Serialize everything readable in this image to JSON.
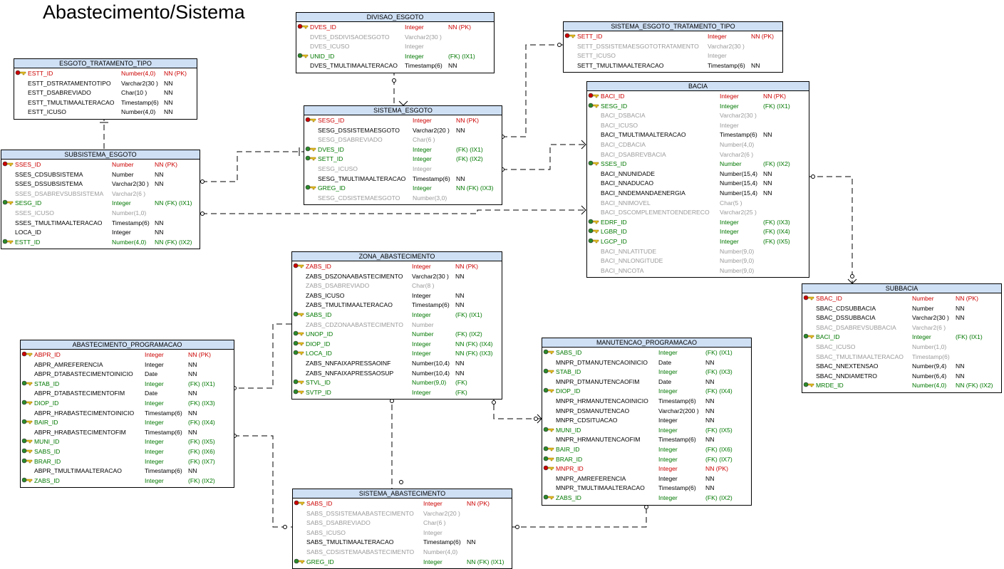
{
  "diagram": {
    "title": "Abastecimento/Sistema"
  },
  "colors": {
    "pk": "#cc0000",
    "fk": "#007700",
    "optional": "#9a9a9a",
    "plain": "#000000",
    "header": "#cfe0f5"
  },
  "icons": {
    "pk": "key-icon-gold",
    "fk": "key-icon-green",
    "pk_fk": "key-icon-red-green"
  },
  "entities": [
    {
      "id": "esgoto-tratamento-tipo",
      "name": "ESGOTO_TRATAMENTO_TIPO",
      "columns": [
        {
          "name": "ESTT_ID",
          "type": "Number(4,0)",
          "flags": "NN (PK)",
          "kind": "pk"
        },
        {
          "name": "ESTT_DSTRATAMENTOTIPO",
          "type": "Varchar2(30 )",
          "flags": "NN",
          "kind": "plain"
        },
        {
          "name": "ESTT_DSABREVIADO",
          "type": "Char(10 )",
          "flags": "NN",
          "kind": "plain"
        },
        {
          "name": "ESTT_TMULTIMAALTERACAO",
          "type": "Timestamp(6)",
          "flags": "NN",
          "kind": "plain"
        },
        {
          "name": "ESTT_ICUSO",
          "type": "Number(4,0)",
          "flags": "NN",
          "kind": "plain"
        }
      ]
    },
    {
      "id": "subsistema-esgoto",
      "name": "SUBSISTEMA_ESGOTO",
      "columns": [
        {
          "name": "SSES_ID",
          "type": "Number",
          "flags": "NN (PK)",
          "kind": "pk"
        },
        {
          "name": "SSES_CDSUBSISTEMA",
          "type": "Number",
          "flags": "NN",
          "kind": "plain"
        },
        {
          "name": "SSES_DSSUBSISTEMA",
          "type": "Varchar2(30 )",
          "flags": "NN",
          "kind": "plain"
        },
        {
          "name": "SSES_DSABREVSUBSISTEMA",
          "type": "Varchar2(6 )",
          "flags": "",
          "kind": "opt"
        },
        {
          "name": "SESG_ID",
          "type": "Integer",
          "flags": "NN (FK) (IX1)",
          "kind": "fk"
        },
        {
          "name": "SSES_ICUSO",
          "type": "Number(1,0)",
          "flags": "",
          "kind": "opt"
        },
        {
          "name": "SSES_TMULTIMAALTERACAO",
          "type": "Timestamp(6)",
          "flags": "NN",
          "kind": "plain"
        },
        {
          "name": "LOCA_ID",
          "type": "Integer",
          "flags": "NN",
          "kind": "plain"
        },
        {
          "name": "ESTT_ID",
          "type": "Number(4,0)",
          "flags": "NN (FK) (IX2)",
          "kind": "fk"
        }
      ]
    },
    {
      "id": "divisao-esgoto",
      "name": "DIVISAO_ESGOTO",
      "columns": [
        {
          "name": "DVES_ID",
          "type": "Integer",
          "flags": "NN (PK)",
          "kind": "pk"
        },
        {
          "name": "DVES_DSDIVISAOESGOTO",
          "type": "Varchar2(30 )",
          "flags": "",
          "kind": "opt"
        },
        {
          "name": "DVES_ICUSO",
          "type": "Integer",
          "flags": "",
          "kind": "opt"
        },
        {
          "name": "UNID_ID",
          "type": "Integer",
          "flags": "(FK) (IX1)",
          "kind": "fk"
        },
        {
          "name": "DVES_TMULTIMAALTERACAO",
          "type": "Timestamp(6)",
          "flags": "NN",
          "kind": "plain"
        }
      ]
    },
    {
      "id": "sistema-esgoto",
      "name": "SISTEMA_ESGOTO",
      "columns": [
        {
          "name": "SESG_ID",
          "type": "Integer",
          "flags": "NN (PK)",
          "kind": "pk"
        },
        {
          "name": "SESG_DSSISTEMAESGOTO",
          "type": "Varchar2(20 )",
          "flags": "NN",
          "kind": "plain"
        },
        {
          "name": "SESG_DSABREVIADO",
          "type": "Char(6 )",
          "flags": "",
          "kind": "opt"
        },
        {
          "name": "DVES_ID",
          "type": "Integer",
          "flags": "(FK) (IX1)",
          "kind": "fk"
        },
        {
          "name": "SETT_ID",
          "type": "Integer",
          "flags": "(FK) (IX2)",
          "kind": "fk"
        },
        {
          "name": "SESG_ICUSO",
          "type": "Integer",
          "flags": "",
          "kind": "opt"
        },
        {
          "name": "SESG_TMULTIMAALTERACAO",
          "type": "Timestamp(6)",
          "flags": "NN",
          "kind": "plain"
        },
        {
          "name": "GREG_ID",
          "type": "Integer",
          "flags": "NN (FK) (IX3)",
          "kind": "fk"
        },
        {
          "name": "SESG_CDSISTEMAESGOTO",
          "type": "Number(3,0)",
          "flags": "",
          "kind": "opt"
        }
      ]
    },
    {
      "id": "sistema-esgoto-tratamento-tipo",
      "name": "SISTEMA_ESGOTO_TRATAMENTO_TIPO",
      "columns": [
        {
          "name": "SETT_ID",
          "type": "Integer",
          "flags": "NN (PK)",
          "kind": "pk"
        },
        {
          "name": "SETT_DSSISTEMAESGOTOTRATAMENTO",
          "type": "Varchar2(30 )",
          "flags": "",
          "kind": "opt"
        },
        {
          "name": "SETT_ICUSO",
          "type": "Integer",
          "flags": "",
          "kind": "opt"
        },
        {
          "name": "SETT_TMULTIMAALTERACAO",
          "type": "Timestamp(6)",
          "flags": "NN",
          "kind": "plain"
        }
      ]
    },
    {
      "id": "bacia",
      "name": "BACIA",
      "columns": [
        {
          "name": "BACI_ID",
          "type": "Integer",
          "flags": "NN (PK)",
          "kind": "pk"
        },
        {
          "name": "SESG_ID",
          "type": "Integer",
          "flags": "(FK) (IX1)",
          "kind": "fk"
        },
        {
          "name": "BACI_DSBACIA",
          "type": "Varchar2(30 )",
          "flags": "",
          "kind": "opt"
        },
        {
          "name": "BACI_ICUSO",
          "type": "Integer",
          "flags": "",
          "kind": "opt"
        },
        {
          "name": "BACI_TMULTIMAALTERACAO",
          "type": "Timestamp(6)",
          "flags": "NN",
          "kind": "plain"
        },
        {
          "name": "BACI_CDBACIA",
          "type": "Number(4,0)",
          "flags": "",
          "kind": "opt"
        },
        {
          "name": "BACI_DSABREVBACIA",
          "type": "Varchar2(6 )",
          "flags": "",
          "kind": "opt"
        },
        {
          "name": "SSES_ID",
          "type": "Number",
          "flags": "(FK) (IX2)",
          "kind": "fk"
        },
        {
          "name": "BACI_NNUNIDADE",
          "type": "Number(15,4)",
          "flags": "NN",
          "kind": "plain"
        },
        {
          "name": "BACI_NNADUCAO",
          "type": "Number(15,4)",
          "flags": "NN",
          "kind": "plain"
        },
        {
          "name": "BACI_NNDEMANDAENERGIA",
          "type": "Number(15,4)",
          "flags": "NN",
          "kind": "plain"
        },
        {
          "name": "BACI_NNIMOVEL",
          "type": "Char(5 )",
          "flags": "",
          "kind": "opt"
        },
        {
          "name": "BACI_DSCOMPLEMENTOENDERECO",
          "type": "Varchar2(25 )",
          "flags": "",
          "kind": "opt"
        },
        {
          "name": "EDRF_ID",
          "type": "Integer",
          "flags": "(FK) (IX3)",
          "kind": "fk"
        },
        {
          "name": "LGBR_ID",
          "type": "Integer",
          "flags": "(FK) (IX4)",
          "kind": "fk"
        },
        {
          "name": "LGCP_ID",
          "type": "Integer",
          "flags": "(FK) (IX5)",
          "kind": "fk"
        },
        {
          "name": "BACI_NNLATITUDE",
          "type": "Number(9,0)",
          "flags": "",
          "kind": "opt"
        },
        {
          "name": "BACI_NNLONGITUDE",
          "type": "Number(9,0)",
          "flags": "",
          "kind": "opt"
        },
        {
          "name": "BACI_NNCOTA",
          "type": "Number(9,0)",
          "flags": "",
          "kind": "opt"
        }
      ]
    },
    {
      "id": "subbacia",
      "name": "SUBBACIA",
      "columns": [
        {
          "name": "SBAC_ID",
          "type": "Number",
          "flags": "NN (PK)",
          "kind": "pk"
        },
        {
          "name": "SBAC_CDSUBBACIA",
          "type": "Number",
          "flags": "NN",
          "kind": "plain"
        },
        {
          "name": "SBAC_DSSUBBACIA",
          "type": "Varchar2(30 )",
          "flags": "NN",
          "kind": "plain"
        },
        {
          "name": "SBAC_DSABREVSUBBACIA",
          "type": "Varchar2(6 )",
          "flags": "",
          "kind": "opt"
        },
        {
          "name": "BACI_ID",
          "type": "Integer",
          "flags": "(FK) (IX1)",
          "kind": "fk"
        },
        {
          "name": "SBAC_ICUSO",
          "type": "Number(1,0)",
          "flags": "",
          "kind": "opt"
        },
        {
          "name": "SBAC_TMULTIMAALTERACAO",
          "type": "Timestamp(6)",
          "flags": "",
          "kind": "opt"
        },
        {
          "name": "SBAC_NNEXTENSAO",
          "type": "Number(9,4)",
          "flags": "NN",
          "kind": "plain"
        },
        {
          "name": "SBAC_NNDIAMETRO",
          "type": "Number(6,4)",
          "flags": "NN",
          "kind": "plain"
        },
        {
          "name": "MRDE_ID",
          "type": "Number(4,0)",
          "flags": "NN (FK) (IX2)",
          "kind": "fk"
        }
      ]
    },
    {
      "id": "zona-abastecimento",
      "name": "ZONA_ABASTECIMENTO",
      "columns": [
        {
          "name": "ZABS_ID",
          "type": "Integer",
          "flags": "NN (PK)",
          "kind": "pk"
        },
        {
          "name": "ZABS_DSZONAABASTECIMENTO",
          "type": "Varchar2(30 )",
          "flags": "NN",
          "kind": "plain"
        },
        {
          "name": "ZABS_DSABREVIADO",
          "type": "Char(8 )",
          "flags": "",
          "kind": "opt"
        },
        {
          "name": "ZABS_ICUSO",
          "type": "Integer",
          "flags": "NN",
          "kind": "plain"
        },
        {
          "name": "ZABS_TMULTIMAALTERACAO",
          "type": "Timestamp(6)",
          "flags": "NN",
          "kind": "plain"
        },
        {
          "name": "SABS_ID",
          "type": "Integer",
          "flags": "(FK) (IX1)",
          "kind": "fk"
        },
        {
          "name": "ZABS_CDZONAABASTECIMENTO",
          "type": "Number",
          "flags": "",
          "kind": "opt"
        },
        {
          "name": "UNOP_ID",
          "type": "Number",
          "flags": "(FK) (IX2)",
          "kind": "fk"
        },
        {
          "name": "DIOP_ID",
          "type": "Integer",
          "flags": "NN (FK) (IX4)",
          "kind": "fk"
        },
        {
          "name": "LOCA_ID",
          "type": "Integer",
          "flags": "NN (FK) (IX3)",
          "kind": "fk"
        },
        {
          "name": "ZABS_NNFAIXAPRESSAOINF",
          "type": "Number(10,4)",
          "flags": "NN",
          "kind": "plain"
        },
        {
          "name": "ZABS_NNFAIXAPRESSAOSUP",
          "type": "Number(10,4)",
          "flags": "NN",
          "kind": "plain"
        },
        {
          "name": "STVL_ID",
          "type": "Number(9,0)",
          "flags": "(FK)",
          "kind": "fk"
        },
        {
          "name": "SVTP_ID",
          "type": "Integer",
          "flags": "(FK)",
          "kind": "fk"
        }
      ]
    },
    {
      "id": "abastecimento-programacao",
      "name": "ABASTECIMENTO_PROGRAMACAO",
      "columns": [
        {
          "name": "ABPR_ID",
          "type": "Integer",
          "flags": "NN (PK)",
          "kind": "pk"
        },
        {
          "name": "ABPR_AMREFERENCIA",
          "type": "Integer",
          "flags": "NN",
          "kind": "plain"
        },
        {
          "name": "ABPR_DTABASTECIMENTOINICIO",
          "type": "Date",
          "flags": "NN",
          "kind": "plain"
        },
        {
          "name": "STAB_ID",
          "type": "Integer",
          "flags": "(FK) (IX1)",
          "kind": "fk"
        },
        {
          "name": "ABPR_DTABASTECIMENTOFIM",
          "type": "Date",
          "flags": "NN",
          "kind": "plain"
        },
        {
          "name": "DIOP_ID",
          "type": "Integer",
          "flags": "(FK) (IX3)",
          "kind": "fk"
        },
        {
          "name": "ABPR_HRABASTECIMENTOINICIO",
          "type": "Timestamp(6)",
          "flags": "NN",
          "kind": "plain"
        },
        {
          "name": "BAIR_ID",
          "type": "Integer",
          "flags": "(FK) (IX4)",
          "kind": "fk"
        },
        {
          "name": "ABPR_HRABASTECIMENTOFIM",
          "type": "Timestamp(6)",
          "flags": "NN",
          "kind": "plain"
        },
        {
          "name": "MUNI_ID",
          "type": "Integer",
          "flags": "(FK) (IX5)",
          "kind": "fk"
        },
        {
          "name": "SABS_ID",
          "type": "Integer",
          "flags": "(FK) (IX6)",
          "kind": "fk"
        },
        {
          "name": "BRAR_ID",
          "type": "Integer",
          "flags": "(FK) (IX7)",
          "kind": "fk"
        },
        {
          "name": "ABPR_TMULTIMAALTERACAO",
          "type": "Timestamp(6)",
          "flags": "NN",
          "kind": "plain"
        },
        {
          "name": "ZABS_ID",
          "type": "Integer",
          "flags": "(FK) (IX2)",
          "kind": "fk"
        }
      ]
    },
    {
      "id": "manutencao-programacao",
      "name": "MANUTENCAO_PROGRAMACAO",
      "columns": [
        {
          "name": "SABS_ID",
          "type": "Integer",
          "flags": "(FK) (IX1)",
          "kind": "fk"
        },
        {
          "name": "MNPR_DTMANUTENCAOINICIO",
          "type": "Date",
          "flags": "NN",
          "kind": "plain"
        },
        {
          "name": "STAB_ID",
          "type": "Integer",
          "flags": "(FK) (IX3)",
          "kind": "fk"
        },
        {
          "name": "MNPR_DTMANUTENCAOFIM",
          "type": "Date",
          "flags": "NN",
          "kind": "plain"
        },
        {
          "name": "DIOP_ID",
          "type": "Integer",
          "flags": "(FK) (IX4)",
          "kind": "fk"
        },
        {
          "name": "MNPR_HRMANUTENCAOINICIO",
          "type": "Timestamp(6)",
          "flags": "NN",
          "kind": "plain"
        },
        {
          "name": "MNPR_DSMANUTENCAO",
          "type": "Varchar2(200 )",
          "flags": "NN",
          "kind": "plain"
        },
        {
          "name": "MNPR_CDSITUACAO",
          "type": "Integer",
          "flags": "NN",
          "kind": "plain"
        },
        {
          "name": "MUNI_ID",
          "type": "Integer",
          "flags": "(FK) (IX5)",
          "kind": "fk"
        },
        {
          "name": "MNPR_HRMANUTENCAOFIM",
          "type": "Timestamp(6)",
          "flags": "NN",
          "kind": "plain"
        },
        {
          "name": "BAIR_ID",
          "type": "Integer",
          "flags": "(FK) (IX6)",
          "kind": "fk"
        },
        {
          "name": "BRAR_ID",
          "type": "Integer",
          "flags": "(FK) (IX7)",
          "kind": "fk"
        },
        {
          "name": "MNPR_ID",
          "type": "Integer",
          "flags": "NN (PK)",
          "kind": "pk"
        },
        {
          "name": "MNPR_AMREFERENCIA",
          "type": "Integer",
          "flags": "NN",
          "kind": "plain"
        },
        {
          "name": "MNPR_TMULTIMAALTERACAO",
          "type": "Timestamp(6)",
          "flags": "NN",
          "kind": "plain"
        },
        {
          "name": "ZABS_ID",
          "type": "Integer",
          "flags": "(FK) (IX2)",
          "kind": "fk"
        }
      ]
    },
    {
      "id": "sistema-abastecimento",
      "name": "SISTEMA_ABASTECIMENTO",
      "columns": [
        {
          "name": "SABS_ID",
          "type": "Integer",
          "flags": "NN (PK)",
          "kind": "pk"
        },
        {
          "name": "SABS_DSSISTEMAABASTECIMENTO",
          "type": "Varchar2(20 )",
          "flags": "",
          "kind": "opt"
        },
        {
          "name": "SABS_DSABREVIADO",
          "type": "Char(6 )",
          "flags": "",
          "kind": "opt"
        },
        {
          "name": "SABS_ICUSO",
          "type": "Integer",
          "flags": "",
          "kind": "opt"
        },
        {
          "name": "SABS_TMULTIMAALTERACAO",
          "type": "Timestamp(6)",
          "flags": "NN",
          "kind": "plain"
        },
        {
          "name": "SABS_CDSISTEMAABASTECIMENTO",
          "type": "Number(4,0)",
          "flags": "",
          "kind": "opt"
        },
        {
          "name": "GREG_ID",
          "type": "Integer",
          "flags": "NN (FK) (IX1)",
          "kind": "fk"
        }
      ]
    }
  ]
}
